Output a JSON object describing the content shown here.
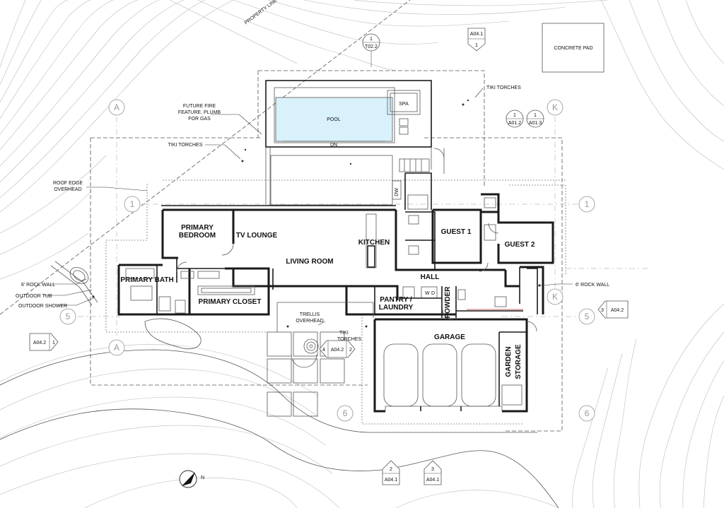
{
  "rooms": {
    "primary_bedroom_1": "PRIMARY",
    "primary_bedroom_2": "BEDROOM",
    "tv_lounge": "TV LOUNGE",
    "living_room": "LIVING ROOM",
    "kitchen": "KITCHEN",
    "guest_1": "GUEST 1",
    "guest_2": "GUEST 2",
    "hall": "HALL",
    "primary_bath": "PRIMARY BATH",
    "primary_closet": "PRIMARY CLOSET",
    "pantry_1": "PANTRY /",
    "pantry_2": "LAUNDRY",
    "powder": "POWDER",
    "garage": "GARAGE",
    "garden_storage_1": "GARDEN",
    "garden_storage_2": "STORAGE",
    "pool": "POOL",
    "spa": "SPA",
    "concrete_pad": "CONCRETE PAD",
    "dn": "DN",
    "trellis_1": "TRELLIS",
    "trellis_2": "OVERHEAD"
  },
  "notes": {
    "property_line": "PROPERTY LINE",
    "fire_1": "FUTURE FIRE",
    "fire_2": "FEATURE. PLUMB",
    "fire_3": "FOR GAS",
    "tiki_left": "TIKI TORCHES",
    "tiki_right": "TIKI TORCHES",
    "tiki_mid_1": "TIKI",
    "tiki_mid_2": "TORCHES",
    "roof_1": "ROOF EDGE",
    "roof_2": "OVERHEAD",
    "rock_wall_left": "6' ROCK WALL",
    "outdoor_tub": "OUTDOOR TUB",
    "outdoor_shower": "OUTDOOR SHOWER",
    "rock_wall_right": "6' ROCK WALL",
    "dw": "DW",
    "w": "W",
    "d": "D",
    "north": "N"
  },
  "grid": {
    "a_top": "A",
    "a_bottom": "A",
    "k_top": "K",
    "k_mid": "K",
    "one_left": "1",
    "one_right": "1",
    "five_left": "5",
    "five_right": "5",
    "six_mid": "6",
    "six_right": "6"
  },
  "tags": {
    "t022_num": "1",
    "t022_ref": "T02.2",
    "a041_top_ref": "A04.1",
    "a041_top_num": "1",
    "a012_num": "1",
    "a012_ref": "A01.2",
    "a013_num": "1",
    "a013_ref": "A01.3",
    "a042_left_ref": "A04.2",
    "a042_left_num": "1",
    "a042_right_num": "3",
    "a042_right_ref": "A04.2",
    "a042_mid_num": "4",
    "a042_mid_ref": "A04.2",
    "a042_mid_num2": "2",
    "a041_b2_num": "2",
    "a041_b2_ref": "A04.1",
    "a041_b3_num": "3",
    "a041_b3_ref": "A04.1"
  }
}
